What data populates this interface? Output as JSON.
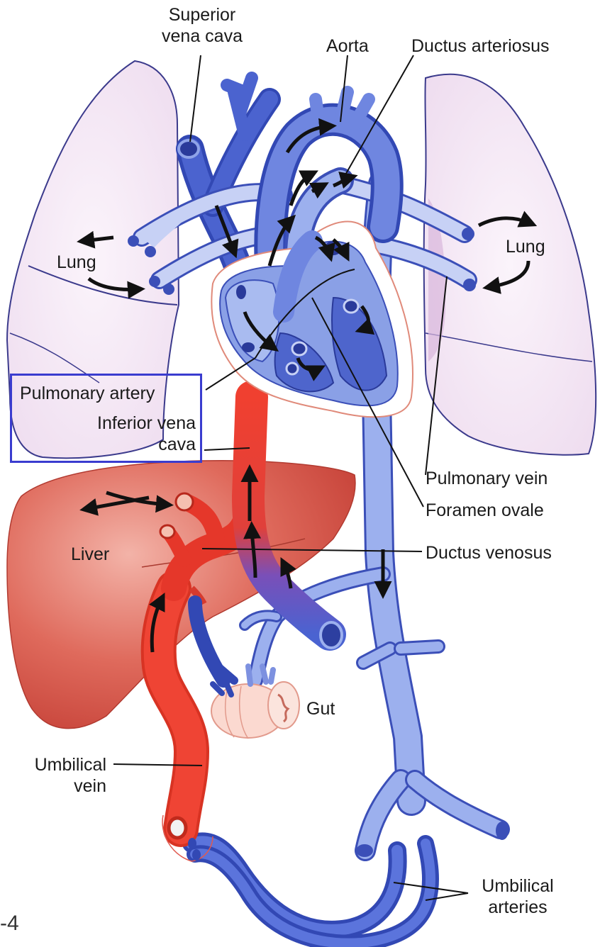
{
  "labels": {
    "superior_vena_cava": "Superior\nvena cava",
    "aorta": "Aorta",
    "ductus_arteriosus": "Ductus arteriosus",
    "lung_left": "Lung",
    "lung_right": "Lung",
    "pulmonary_artery": "Pulmonary artery",
    "inferior_vena_cava": "Inferior vena\ncava",
    "pulmonary_vein": "Pulmonary vein",
    "foramen_ovale": "Foramen ovale",
    "liver": "Liver",
    "ductus_venosus": "Ductus venosus",
    "gut": "Gut",
    "umbilical_vein": "Umbilical\nvein",
    "umbilical_arteries": "Umbilical\narteries"
  },
  "page_number": "-4",
  "colors": {
    "vein_blue": "#4a63d1",
    "vessel_light_blue": "#95a8ea",
    "oxygenated_red": "#ee3a2a",
    "liver_red": "#d85045",
    "lung_fill": "#f4e6f4",
    "lung_outline": "#3b3a8c",
    "highlight_box": "#3a3ccf"
  }
}
